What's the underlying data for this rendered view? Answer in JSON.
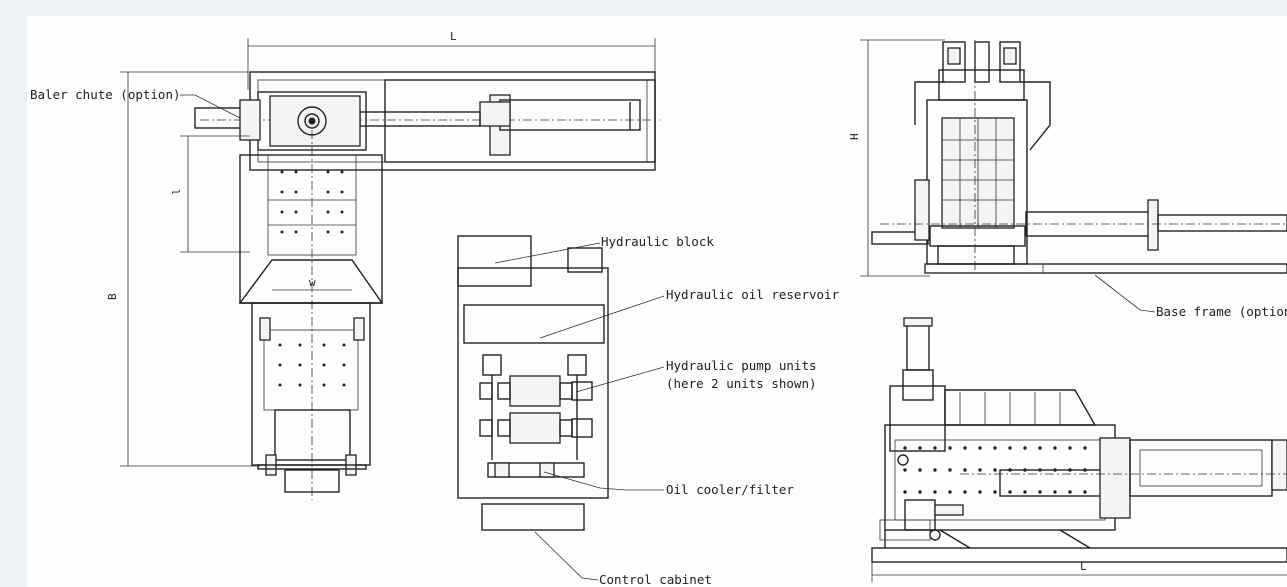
{
  "callouts": {
    "baler_chute": "Baler chute (option)",
    "hydraulic_block": "Hydraulic block",
    "hydraulic_oil_reservoir": "Hydraulic oil reservoir",
    "hydraulic_pump_units_line1": "Hydraulic pump units",
    "hydraulic_pump_units_line2": "(here 2 units shown)",
    "oil_cooler_filter": "Oil cooler/filter",
    "control_cabinet": "Control cabinet",
    "base_frame": "Base frame (option)"
  },
  "dimensions": {
    "top_length": "L",
    "top_width": "B",
    "chute_length": "l",
    "chute_width": "w",
    "front_height": "H",
    "side_length": "L"
  }
}
